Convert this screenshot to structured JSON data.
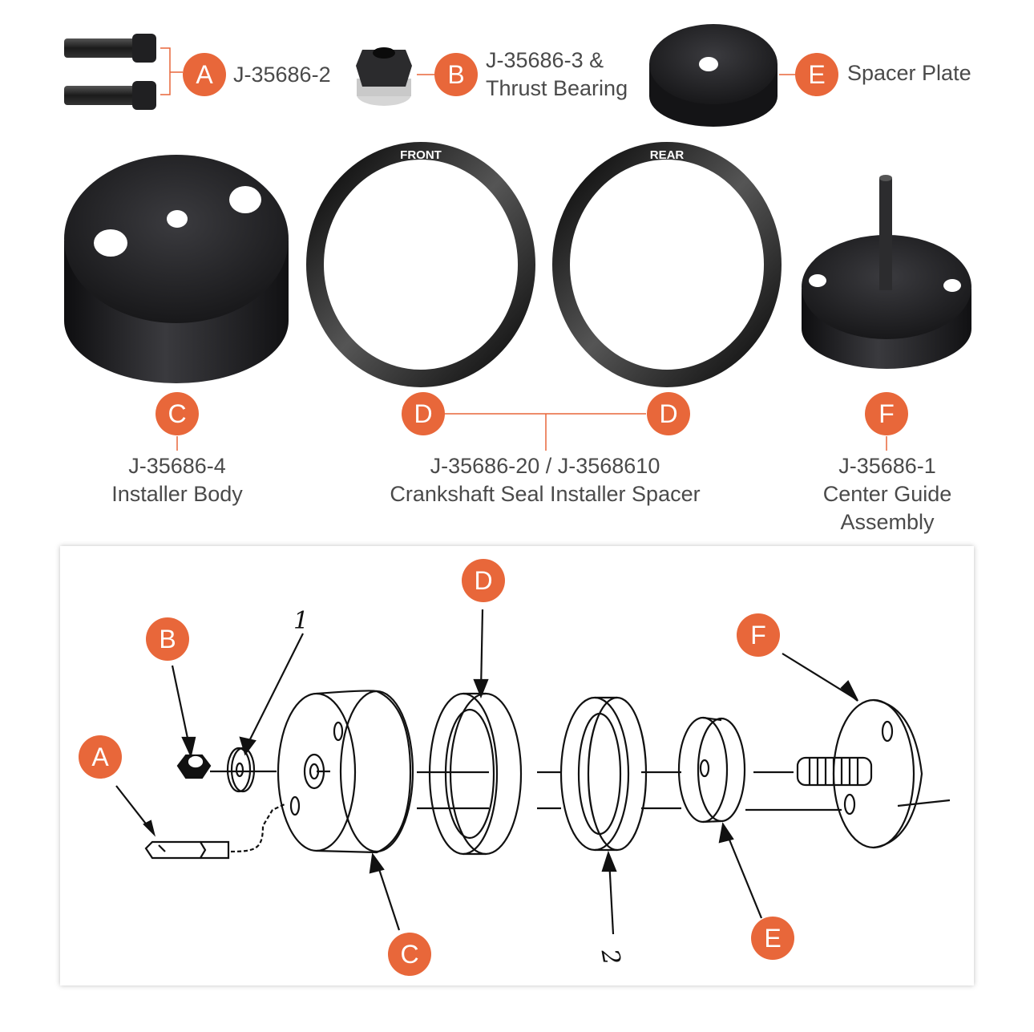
{
  "parts": {
    "a": {
      "letter": "A",
      "part_number": "J-35686-2"
    },
    "b": {
      "letter": "B",
      "part_number": "J-35686-3 &",
      "name": "Thrust Bearing"
    },
    "c": {
      "letter": "C",
      "part_number": "J-35686-4",
      "name": "Installer Body"
    },
    "d": {
      "letter": "D",
      "part_number": "J-35686-20 / J-3568610",
      "name": "Crankshaft Seal Installer Spacer",
      "front_label": "FRONT",
      "rear_label": "REAR"
    },
    "e": {
      "letter": "E",
      "name": "Spacer Plate"
    },
    "f": {
      "letter": "F",
      "part_number": "J-35686-1",
      "name_line1": "Center Guide",
      "name_line2": "Assembly"
    }
  },
  "diagram": {
    "callouts": {
      "a": "A",
      "b": "B",
      "c": "C",
      "d": "D",
      "e": "E",
      "f": "F"
    },
    "handwritten_1": "1",
    "handwritten_2": "2"
  },
  "colors": {
    "accent": "#e8673a",
    "metal": "#1c1c1e",
    "text": "#4a4a4a"
  }
}
